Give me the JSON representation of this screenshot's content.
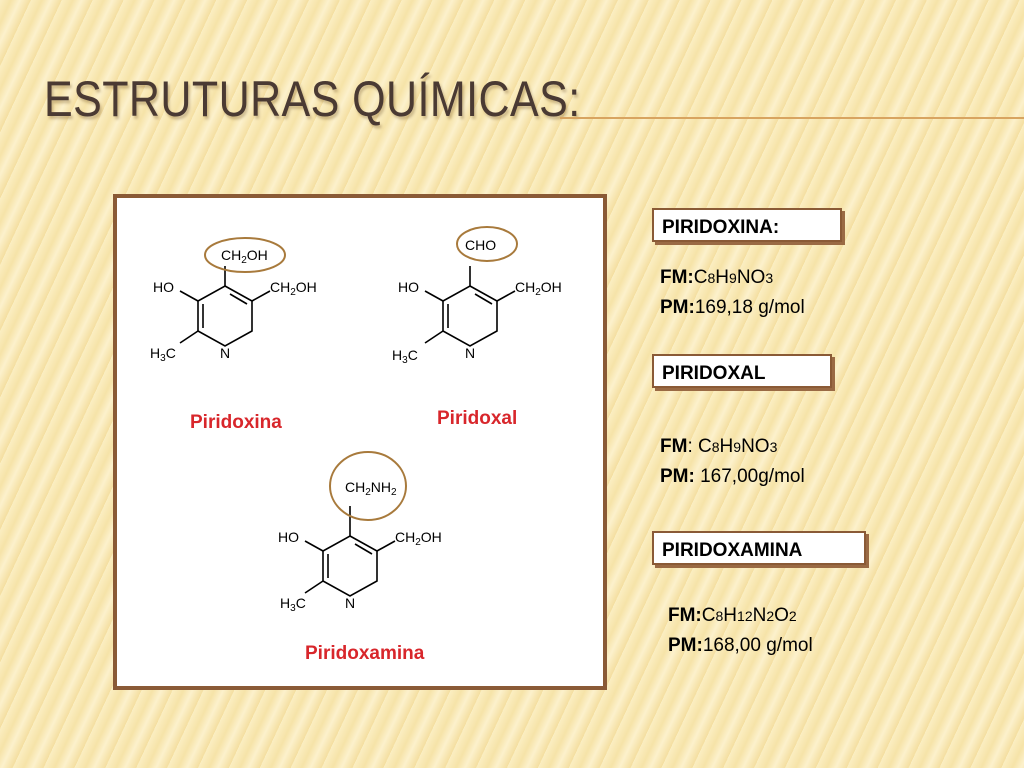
{
  "slide": {
    "title": "ESTRUTURAS QUÍMICAS:"
  },
  "figure": {
    "labels": {
      "piridoxina": "Piridoxina",
      "piridoxal": "Piridoxal",
      "piridoxamina": "Piridoxamina"
    },
    "groups": {
      "ho": "HO",
      "h3c_main": "H",
      "h3c_sub": "3",
      "h3c_tail": "C",
      "n": "N",
      "ch2oh_a": "CH",
      "ch2oh_b": "2",
      "ch2oh_c": "OH",
      "cho": "CHO",
      "ch2nh2_a": "CH",
      "ch2nh2_b": "2",
      "ch2nh2_c": "NH",
      "ch2nh2_d": "2"
    },
    "colors": {
      "label_red": "#d8262b",
      "circle_brown": "#a87a3c",
      "border": "#8a5a36"
    }
  },
  "compounds": [
    {
      "name": "PIRIDOXINA:",
      "fm_label": "FM:",
      "fm_sep": "",
      "fm": [
        "C",
        "8",
        "H",
        "9",
        "NO",
        "3"
      ],
      "pm_label": "PM:",
      "pm_value": "169,18 g/mol"
    },
    {
      "name": "PIRIDOXAL",
      "fm_label": "FM",
      "fm_sep": ": ",
      "fm": [
        "C",
        "8",
        "H",
        "9",
        "NO",
        "3"
      ],
      "pm_label": "PM:",
      "pm_value": " 167,00g/mol"
    },
    {
      "name": "PIRIDOXAMINA",
      "fm_label": "FM:",
      "fm_sep": "",
      "fm": [
        "C",
        "8",
        "H",
        "12",
        "N",
        "2",
        "O",
        "2"
      ],
      "pm_label": "PM:",
      "pm_value": "168,00 g/mol"
    }
  ]
}
